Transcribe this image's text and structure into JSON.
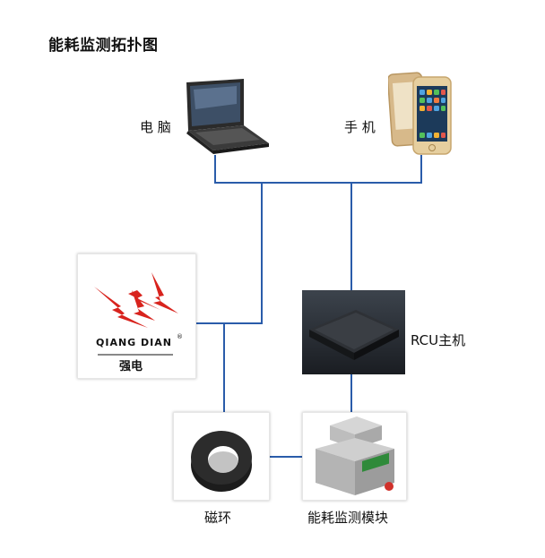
{
  "title": "能耗监测拓扑图",
  "nodes": {
    "computer": {
      "label": "电 脑",
      "icon": "laptop-icon"
    },
    "phone": {
      "label": "手 机",
      "icon": "smartphone-icon"
    },
    "logo": {
      "brand_en": "QIANG DIAN",
      "brand_cn": "强电",
      "registered": "®",
      "icon": "lightning-logo-icon"
    },
    "rcu": {
      "label": "RCU主机",
      "icon": "rcu-box-icon"
    },
    "ring": {
      "label": "磁环",
      "icon": "magnetic-ring-icon"
    },
    "module": {
      "label": "能耗监测模块",
      "icon": "din-rail-module-icon"
    }
  },
  "colors": {
    "link": "#2a5caa",
    "logo_red": "#d8231d"
  }
}
